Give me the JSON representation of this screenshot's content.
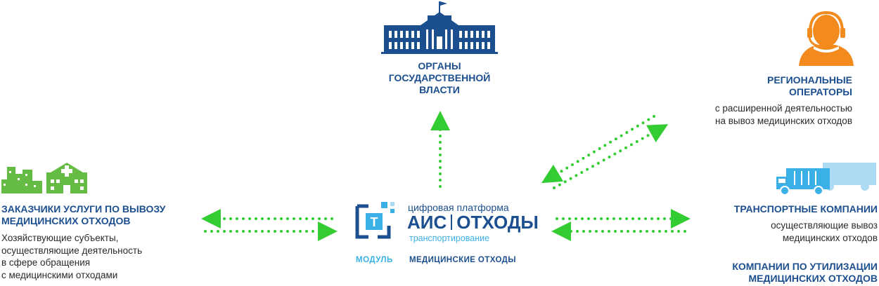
{
  "colors": {
    "brand_blue": "#1c4f8f",
    "light_blue": "#3bb0e6",
    "arrow_green": "#33cc33",
    "city_green": "#66bb44",
    "operator_orange": "#f28a1e",
    "body_text": "#2a2a2a"
  },
  "government": {
    "icon": "government-building-icon",
    "title": "ОРГАНЫ ГОСУДАРСТВЕННОЙ ВЛАСТИ",
    "lines": [
      "ОРГАНЫ",
      "ГОСУДАРСТВЕННОЙ",
      "ВЛАСТИ"
    ]
  },
  "regional": {
    "icon": "operator-headset-icon",
    "title_lines": [
      "РЕГИОНАЛЬНЫЕ",
      "ОПЕРАТОРЫ"
    ],
    "desc_lines": [
      "с расширенной деятельностью",
      "на вывоз медицинских отходов"
    ]
  },
  "customers": {
    "icon": "city-hospital-icon",
    "title_lines": [
      "ЗАКАЗЧИКИ УСЛУГИ ПО ВЫВОЗУ",
      "МЕДИЦИНСКИХ ОТХОДОВ"
    ],
    "desc_lines": [
      "Хозяйствующие субъекты,",
      "осуществляющие деятельность",
      "в сфере обращения",
      "с медицинскими отходами"
    ]
  },
  "transport": {
    "icon": "garbage-trucks-icon",
    "title": "ТРАНСПОРТНЫЕ КОМПАНИИ",
    "desc_lines": [
      "осуществляющие вывоз",
      "медицинских отходов"
    ]
  },
  "utilization": {
    "title_lines": [
      "КОМПАНИИ ПО УТИЛИЗАЦИИ",
      "МЕДИЦИНСКИХ ОТХОДОВ"
    ]
  },
  "platform": {
    "logo_icon": "ais-logo-icon",
    "logo_letter": "Т",
    "caption": "цифровая платформа",
    "name_left": "АИС",
    "name_right": "ОТХОДЫ",
    "subcaption": "транспортирование",
    "module_label": "МОДУЛЬ",
    "module_name": "МЕДИЦИНСКИЕ ОТХОДЫ"
  }
}
